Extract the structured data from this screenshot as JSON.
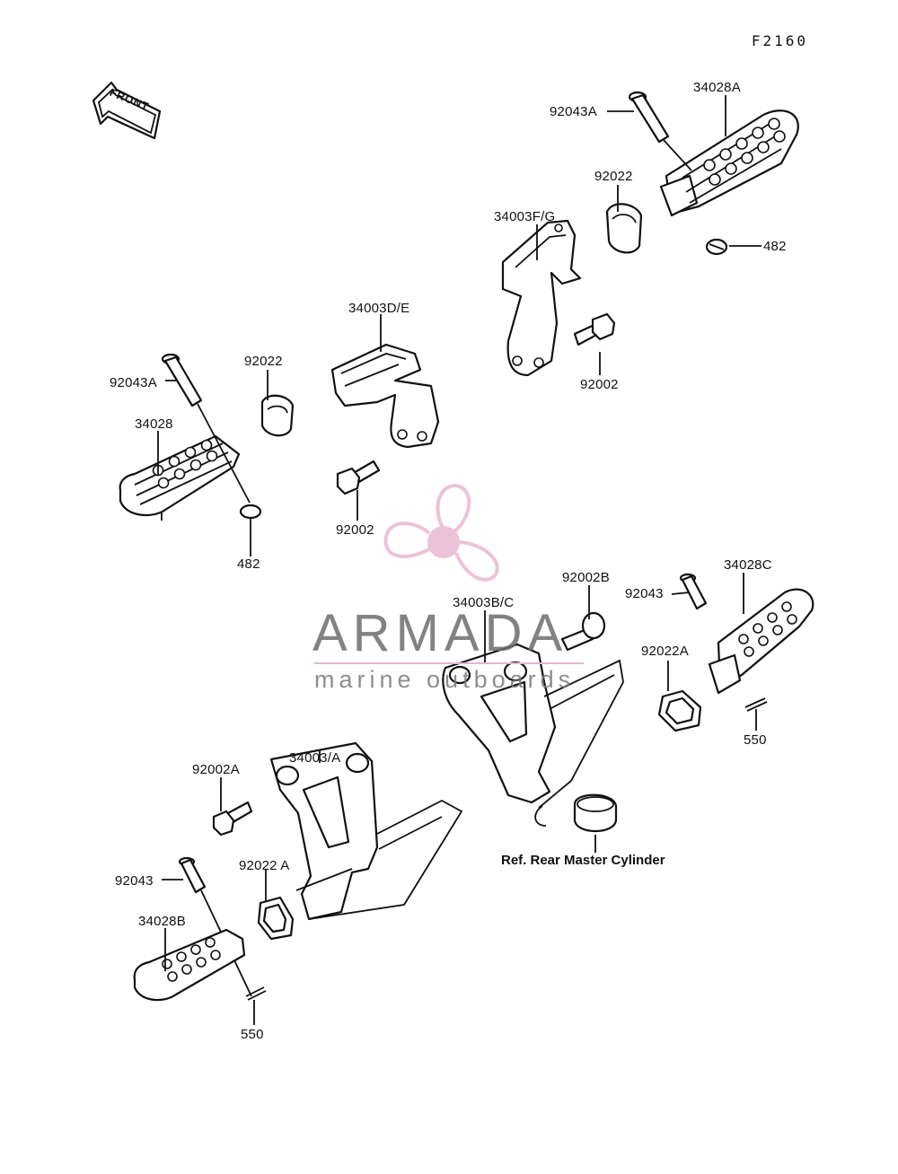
{
  "figure_code": "F2160",
  "front_arrow_label": "FRONT",
  "reference_note": "Ref. Rear Master Cylinder",
  "watermark": {
    "brand": "ARMADA",
    "tagline": "marine outboards",
    "colors": {
      "logo": "#e8b4cf",
      "text": "#6d6d6d"
    }
  },
  "labels": {
    "l_34028A": "34028A",
    "l_92043A_top": "92043A",
    "l_92022_top": "92022",
    "l_34003FG": "34003F/G",
    "l_482_top": "482",
    "l_92002_right": "92002",
    "l_34003DE": "34003D/E",
    "l_92043A_left": "92043A",
    "l_92022_left": "92022",
    "l_34028": "34028",
    "l_482_left": "482",
    "l_92002_mid": "92002",
    "l_34003BC": "34003B/C",
    "l_92002B": "92002B",
    "l_92043_right": "92043",
    "l_34028C": "34028C",
    "l_92022A_right": "92022A",
    "l_550_right": "550",
    "l_34003A": "34003/A",
    "l_92002A": "92002A",
    "l_92043_left": "92043",
    "l_92022A_left": "92022 A",
    "l_34028B": "34028B",
    "l_550_left": "550"
  }
}
